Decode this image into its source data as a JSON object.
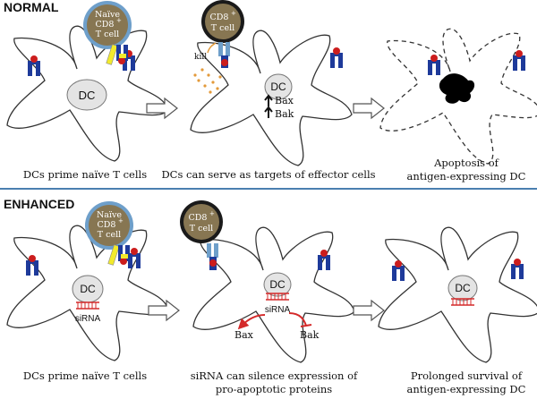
{
  "sections": {
    "normal_label": "NORMAL",
    "enhanced_label": "ENHANCED"
  },
  "cells": {
    "dc": "DC",
    "naive_line1": "Naïve",
    "naive_line2": "CD8",
    "naive_line3": "T cell",
    "effector_line1": "CD8",
    "effector_line2": "T cell",
    "superscript": "+"
  },
  "annotations": {
    "kill": "kill",
    "bax": "Bax",
    "bak": "Bak",
    "sirna": "siRNA"
  },
  "captions": {
    "normal_1": "DCs prime naïve T cells",
    "normal_2": "DCs can serve as targets of effector cells",
    "normal_3_line1": "Apoptosis of",
    "normal_3_line2": "antigen-expressing DC",
    "enhanced_1": "DCs prime naïve T cells",
    "enhanced_2_line1": "siRNA can silence expression of",
    "enhanced_2_line2": "pro-apoptotic proteins",
    "enhanced_3_line1": "Prolonged survival of",
    "enhanced_3_line2": "antigen-expressing DC"
  },
  "colors": {
    "divider": "#4a7fb0",
    "naive_ring": "#6e9fca",
    "tcell_body": "#877652",
    "effector_ring": "#1a1a1a",
    "mhc_blue": "#1e3a9a",
    "antigen_red": "#cc1d1d",
    "receptor_yellow": "#f2ea2c",
    "sirna_red": "#d42a2a",
    "granule_orange": "#e39a3a"
  }
}
